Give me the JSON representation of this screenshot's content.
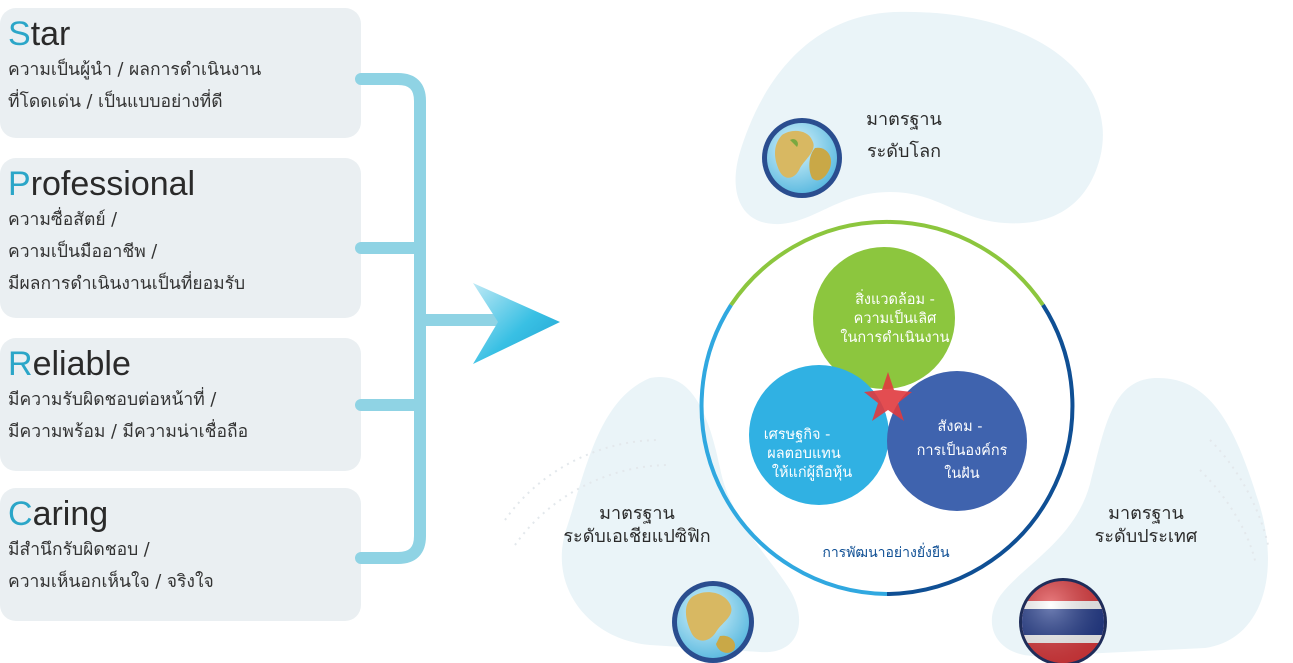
{
  "values": [
    {
      "initial": "S",
      "rest": "tar",
      "lines": [
        "ความเป็นผู้นำ / ผลการดำเนินงาน",
        "ที่โดดเด่น / เป็นแบบอย่างที่ดี"
      ]
    },
    {
      "initial": "P",
      "rest": "rofessional",
      "lines": [
        "ความซื่อสัตย์ /",
        "ความเป็นมืออาชีพ /",
        "มีผลการดำเนินงานเป็นที่ยอมรับ"
      ]
    },
    {
      "initial": "R",
      "rest": "eliable",
      "lines": [
        "มีความรับผิดชอบต่อหน้าที่ /",
        "มีความพร้อม / มีความน่าเชื่อถือ"
      ]
    },
    {
      "initial": "C",
      "rest": "aring",
      "lines": [
        "มีสำนึกรับผิดชอบ /",
        "ความเห็นอกเห็นใจ / จริงใจ"
      ]
    }
  ],
  "standards": {
    "world": [
      "มาตรฐาน",
      "ระดับโลก"
    ],
    "asia": [
      "มาตรฐาน",
      "ระดับเอเชียแปซิฟิก"
    ],
    "thailand": [
      "มาตรฐาน",
      "ระดับประเทศ"
    ]
  },
  "venn": {
    "environment": [
      "สิ่งแวดล้อม -",
      "ความเป็นเลิศ",
      "ในการดำเนินงาน"
    ],
    "economy": [
      "เศรษฐกิจ -",
      "ผลตอบแทน",
      "ให้แก่ผู้ถือหุ้น"
    ],
    "society": [
      "สังคม -",
      "การเป็นองค์กร",
      "ในฝัน"
    ]
  },
  "sustainability_label": "การพัฒนาอย่างยั่งยืน",
  "colors": {
    "accent_cyan": "#2ba6c8",
    "connector": "#8fd3e4",
    "environment": "#8cc63e",
    "economy": "#30b1e3",
    "society": "#3f63ae",
    "star": "#e03a3e",
    "ring_dark": "#0f4f94"
  }
}
